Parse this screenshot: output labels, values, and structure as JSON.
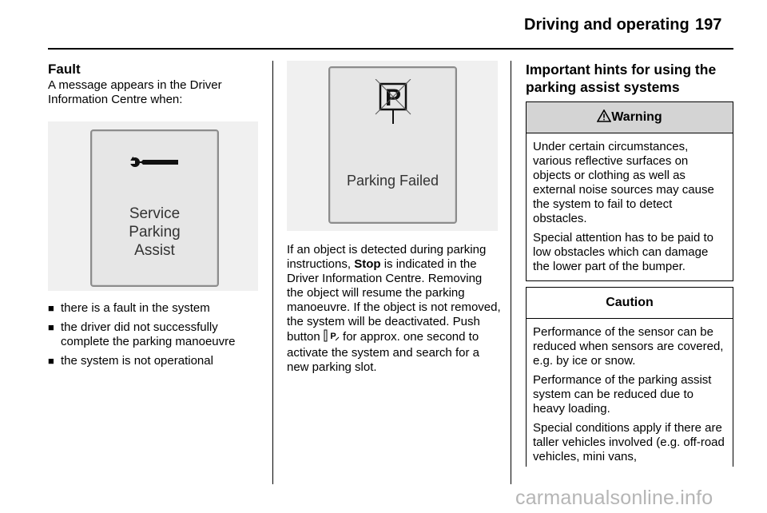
{
  "header": {
    "section_title": "Driving and operating",
    "page_number": "197"
  },
  "col1": {
    "heading": "Fault",
    "intro": "A message appears in the Driver Information Centre when:",
    "display_lines": [
      "Service",
      "Parking",
      "Assist"
    ],
    "display_icon": "wrench-icon",
    "bullets": [
      "there is a fault in the system",
      "the driver did not successfully complete the parking manoeuvre",
      "the system is not operational"
    ]
  },
  "col2": {
    "display_text": "Parking Failed",
    "display_icon": "parking-crossed-icon",
    "para_part1": "If an object is detected during parking instructions, ",
    "para_bold": "Stop",
    "para_part2": " is indicated in the Driver Information Centre. Removing the object will resume the parking manoeuvre. If the object is not removed, the system will be deactivated. Push button ",
    "para_button_icon": "parking-assist-button-icon",
    "para_part3": " for approx. one second to activate the system and search for a new parking slot."
  },
  "col3": {
    "heading": "Important hints for using the parking assist systems",
    "warning": {
      "title": "Warning",
      "icon": "warning-triangle-icon",
      "paragraphs": [
        "Under certain circumstances, various reflective surfaces on objects or clothing as well as external noise sources may cause the system to fail to detect obstacles.",
        "Special attention has to be paid to low obstacles which can damage the lower part of the bumper."
      ]
    },
    "caution": {
      "title": "Caution",
      "paragraphs": [
        "Performance of the sensor can be reduced when sensors are covered, e.g. by ice or snow.",
        "Performance of the parking assist system can be reduced due to heavy loading.",
        "Special conditions apply if there are taller vehicles involved (e.g. off-road vehicles, mini vans,"
      ]
    }
  },
  "footer": {
    "watermark": "carmanualsonline.info"
  }
}
